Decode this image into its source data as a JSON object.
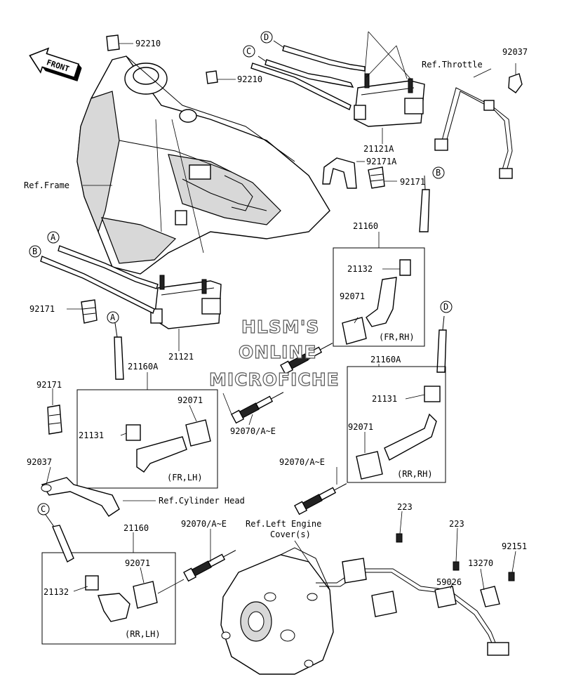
{
  "watermark": [
    "HLSM'S",
    "ONLINE",
    "MICROFICHE"
  ],
  "front_label": "FRONT",
  "callouts": {
    "A": "A",
    "B": "B",
    "C": "C",
    "D": "D"
  },
  "labels": {
    "p92210_a": "92210",
    "p92210_b": "92210",
    "p92037_a": "92037",
    "ref_throttle": "Ref.Throttle",
    "ref_frame": "Ref.Frame",
    "p21121A": "21121A",
    "p92171A": "92171A",
    "p92171_a": "92171",
    "p21160_a": "21160",
    "p21132_a": "21132",
    "p92071_a": "92071",
    "fr_rh": "(FR,RH)",
    "p92171_b": "92171",
    "p21121": "21121",
    "p21160A_a": "21160A",
    "p21160A_b": "21160A",
    "p92171_c": "92171",
    "p92071_b": "92071",
    "p21131_a": "21131",
    "p92070_a": "92070/A~E",
    "fr_lh": "(FR,LH)",
    "p21131_b": "21131",
    "p92071_c": "92071",
    "rr_rh": "(RR,RH)",
    "p92070_b": "92070/A~E",
    "p92037_b": "92037",
    "ref_cyl_head": "Ref.Cylinder Head",
    "p223_a": "223",
    "p223_b": "223",
    "p21160_b": "21160",
    "p92070_c": "92070/A~E",
    "ref_left_cover_1": "Ref.Left Engine",
    "ref_left_cover_2": "Cover(s)",
    "p92151": "92151",
    "p13270": "13270",
    "p92071_d": "92071",
    "p59026": "59026",
    "p21132_b": "21132",
    "rr_lh": "(RR,LH)"
  }
}
